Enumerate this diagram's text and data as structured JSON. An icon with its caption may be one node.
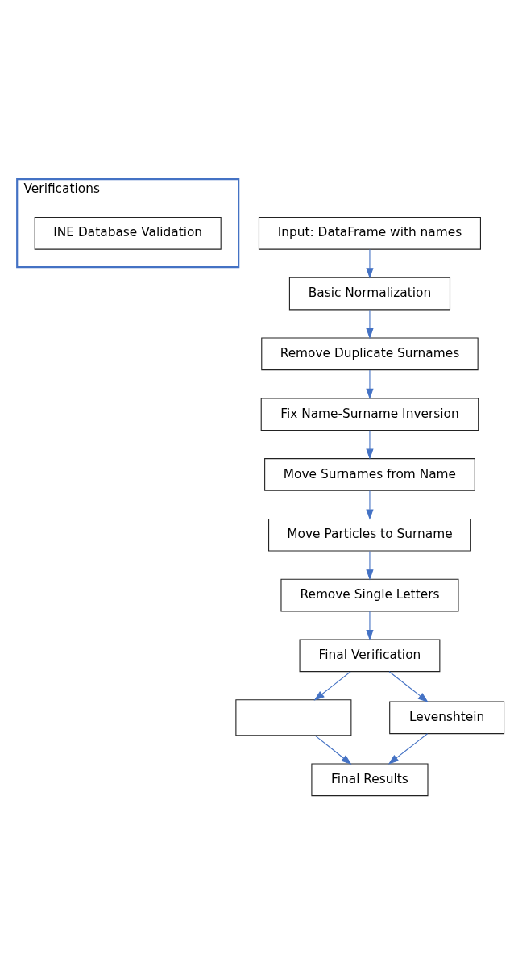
{
  "diagram": {
    "nodes": [
      {
        "text": [
          "Verifications"
        ]
      },
      {
        "text": [
          "INE Database Validation"
        ],
        "in": 0
      },
      {
        "text": [
          "Input: DataFrame with names"
        ]
      },
      {
        "text": [
          "Basic Normalization"
        ]
      },
      {
        "text": [
          "Remove Duplicate Surnames"
        ]
      },
      {
        "text": [
          "Fix Name-Surname Inversion"
        ]
      },
      {
        "text": [
          "Move Surnames from Name"
        ]
      },
      {
        "text": [
          "Move Particles to Surname"
        ]
      },
      {
        "text": [
          "Remove Single Letters"
        ]
      },
      {
        "text": [
          "Final Verification"
        ]
      },
      {
        "text": [],
        "shape": "box"
      },
      {
        "text": [
          "Levenshtein"
        ]
      },
      {
        "text": [
          "Final Results"
        ]
      }
    ],
    "edges": [
      {
        "from": 2,
        "to": 3,
        "arrow": "to"
      },
      {
        "from": 3,
        "to": 4,
        "arrow": "to"
      },
      {
        "from": 4,
        "to": 5,
        "arrow": "to"
      },
      {
        "from": 5,
        "to": 6,
        "arrow": "to"
      },
      {
        "from": 6,
        "to": 7,
        "arrow": "to"
      },
      {
        "from": 7,
        "to": 8,
        "arrow": "to"
      },
      {
        "from": 8,
        "to": 9,
        "arrow": "to"
      },
      {
        "from": 9,
        "to": 10,
        "arrow": "to"
      },
      {
        "from": 9,
        "to": 11,
        "arrow": "to"
      },
      {
        "from": 10,
        "to": 12,
        "arrow": "to"
      },
      {
        "from": 11,
        "to": 12,
        "arrow": "to"
      }
    ]
  }
}
